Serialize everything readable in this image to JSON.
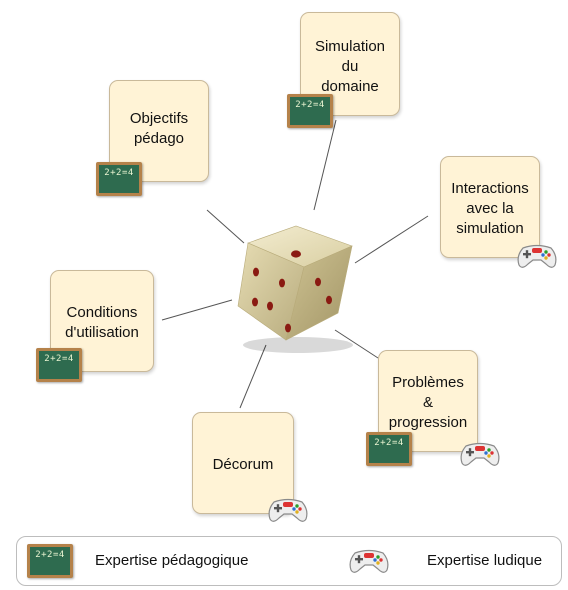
{
  "nodes": {
    "simulation": {
      "label_lines": [
        "Simulation",
        "du",
        "domaine"
      ],
      "board_text": "2+2=4"
    },
    "objectifs": {
      "label_lines": [
        "Objectifs",
        "pédago"
      ],
      "board_text": "2+2=4"
    },
    "interactions": {
      "label_lines": [
        "Interactions",
        "avec la",
        "simulation"
      ]
    },
    "conditions": {
      "label_lines": [
        "Conditions",
        "d'utilisation"
      ],
      "board_text": "2+2=4"
    },
    "problemes": {
      "label_lines": [
        "Problèmes",
        "&",
        "progression"
      ],
      "board_text": "2+2=4"
    },
    "decorum": {
      "label_lines": [
        "Décorum"
      ]
    }
  },
  "legend": {
    "board_text": "2+2=4",
    "pedagogic_label": "Expertise pédagogique",
    "ludic_label": "Expertise ludique"
  },
  "icons": {
    "pedagogic": "chalkboard-icon",
    "ludic": "gamepad-icon"
  },
  "colors": {
    "card_fill": "#fff3d6",
    "card_border": "#c9b99a",
    "chalkboard": "#2e6b4f",
    "chalkboard_frame": "#b5824a",
    "dice": "#e6dcb0",
    "pip": "#8a1a12"
  }
}
